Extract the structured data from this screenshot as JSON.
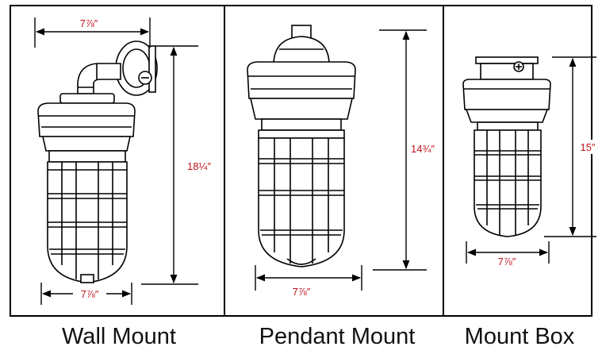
{
  "panels": [
    {
      "caption": "Wall Mount",
      "width_label": "7⅞″",
      "bottom_width_label": "7⅞″",
      "height_label": "18¼″"
    },
    {
      "caption": "Pendant Mount",
      "width_label": "7⅞″",
      "height_label": "14¾″"
    },
    {
      "caption": "Mount Box",
      "width_label": "7⅞″",
      "height_label": "15″"
    }
  ],
  "colors": {
    "dimension_text": "#c0141c",
    "line": "#000000"
  }
}
